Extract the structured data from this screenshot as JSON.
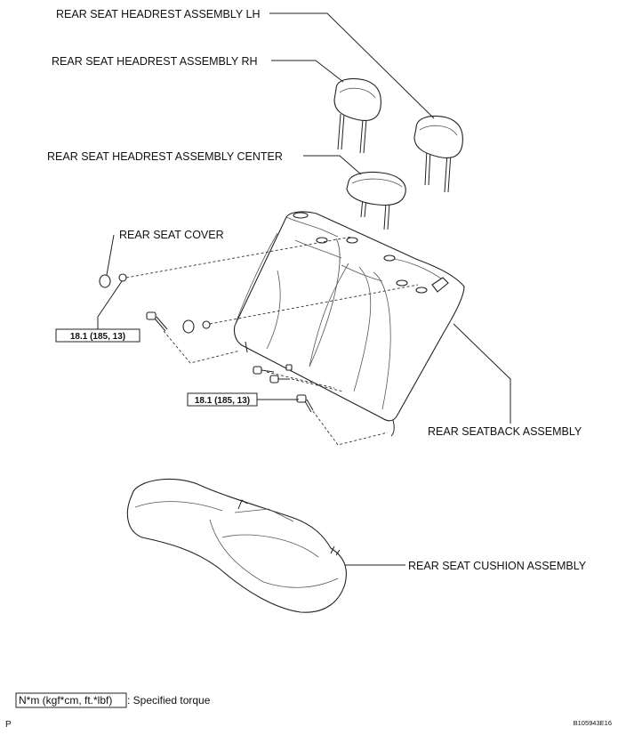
{
  "labels": {
    "headrest_lh": "REAR SEAT HEADREST ASSEMBLY LH",
    "headrest_rh": "REAR SEAT HEADREST ASSEMBLY RH",
    "headrest_center": "REAR SEAT HEADREST ASSEMBLY CENTER",
    "seat_cover": "REAR SEAT COVER",
    "seatback": "REAR SEATBACK ASSEMBLY",
    "cushion": "REAR SEAT CUSHION ASSEMBLY"
  },
  "torque": {
    "upper": "18.1 (185, 13)",
    "lower": "18.1 (185, 13)"
  },
  "legend": {
    "unit": "N*m (kgf*cm, ft.*lbf)",
    "text": ": Specified torque"
  },
  "footer": {
    "left_mark": "P",
    "figure_id": "B105943E16"
  }
}
